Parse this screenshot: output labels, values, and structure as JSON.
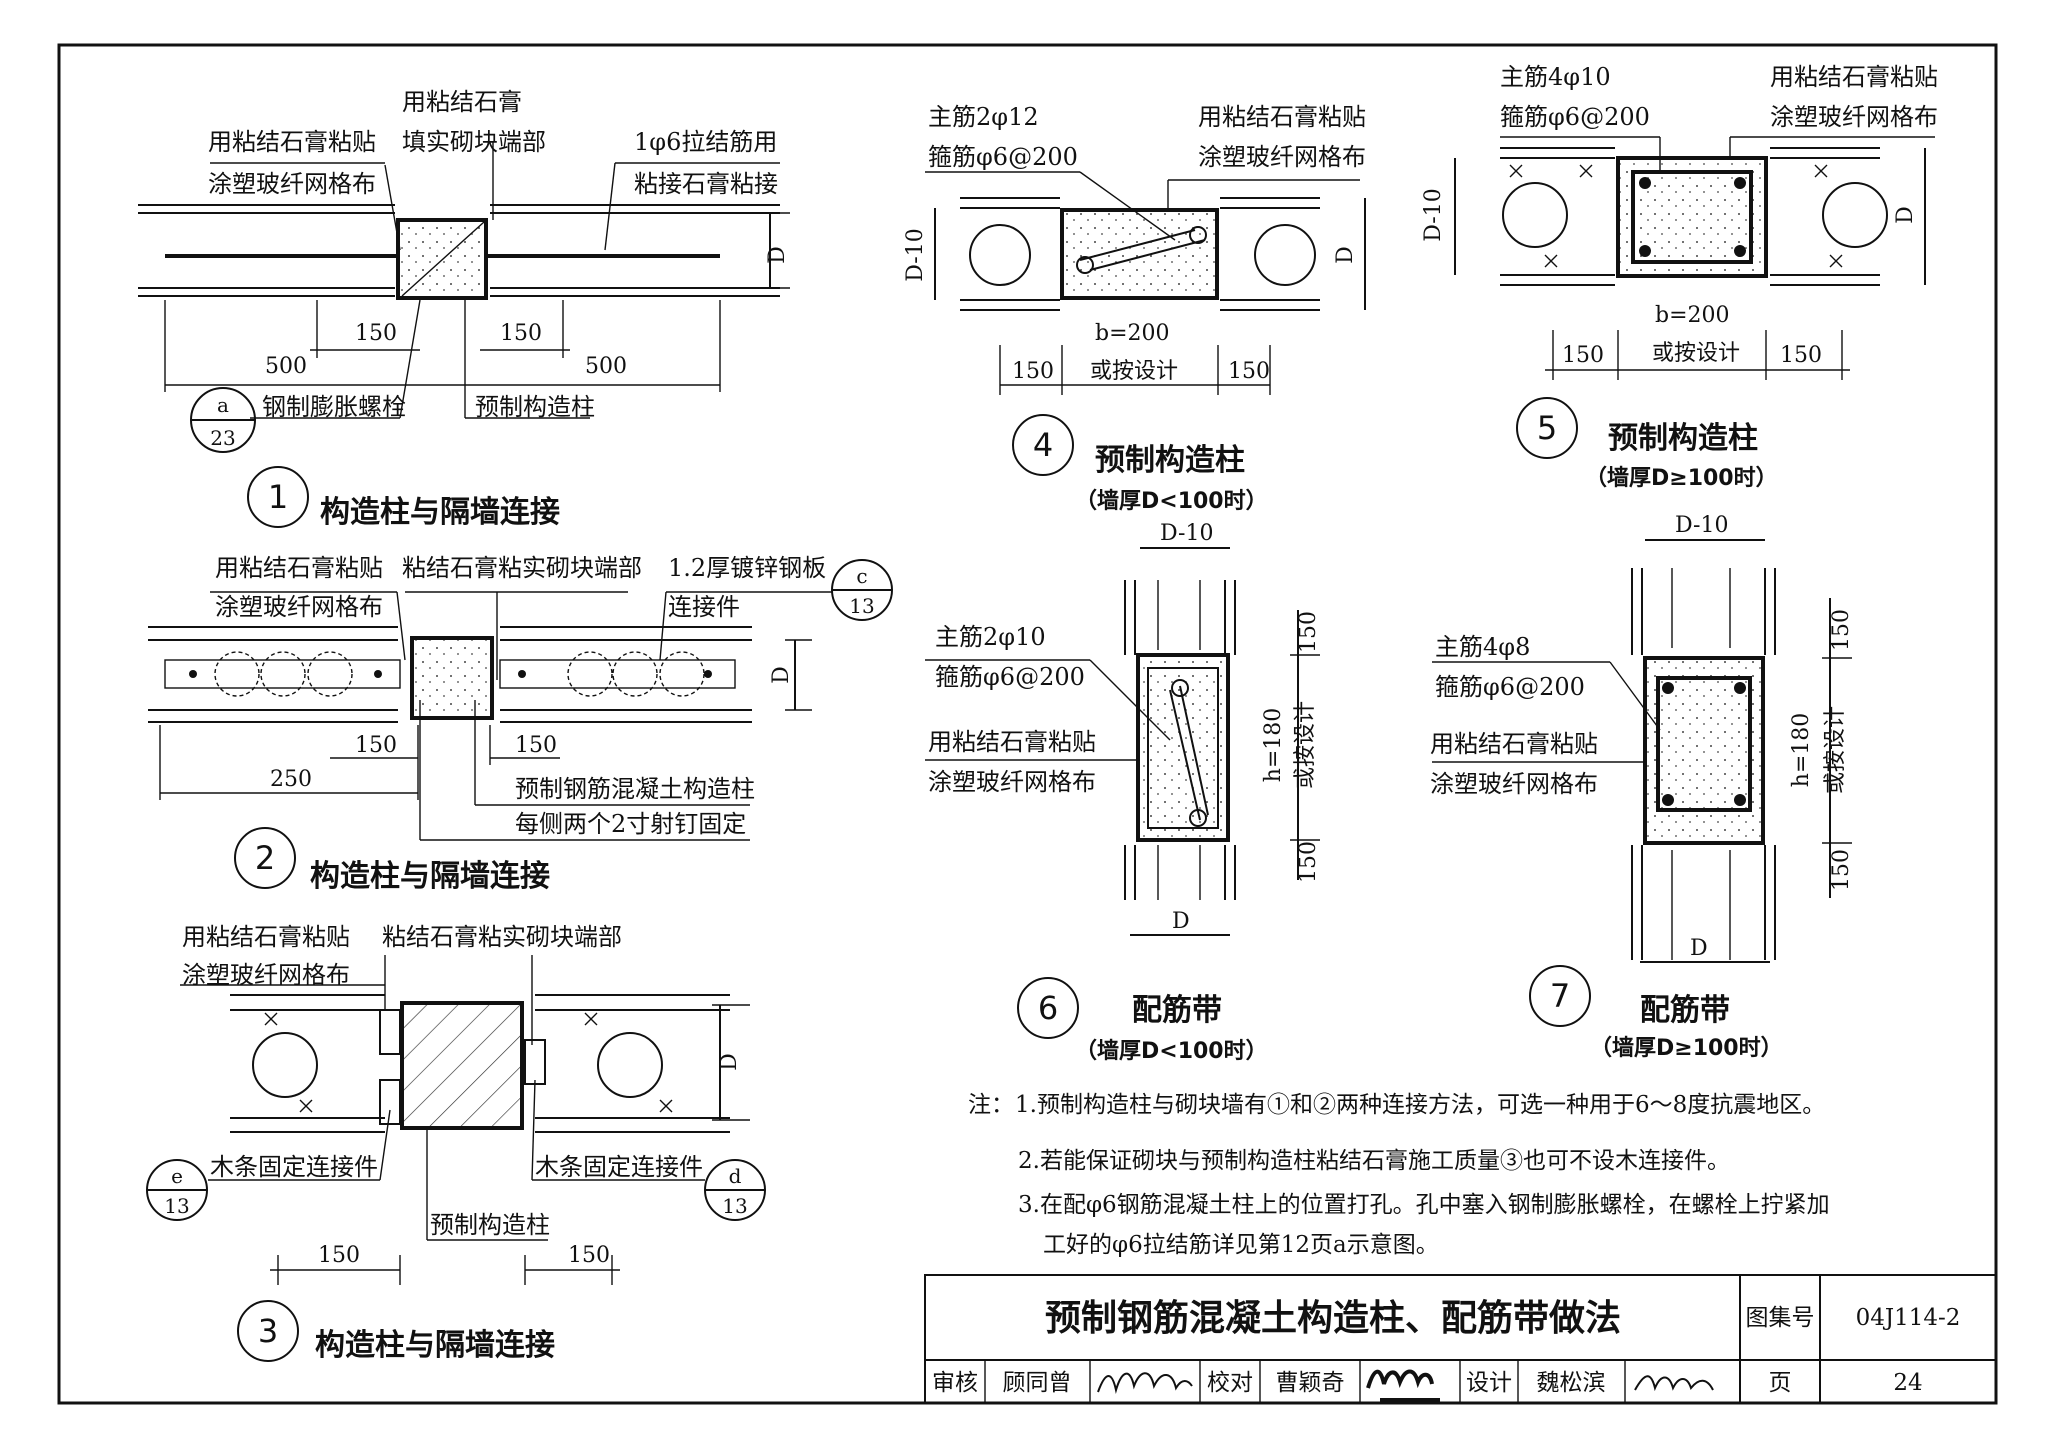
{
  "drawing_title": "预制钢筋混凝土构造柱、配筋带做法",
  "title_block": {
    "atlas_label": "图集号",
    "atlas_no": "04J114-2",
    "page_label": "页",
    "page_no": "24",
    "review_label": "审核",
    "reviewer": "顾同曾",
    "check_label": "校对",
    "checker": "曹颖奇",
    "design_label": "设计",
    "designer": "魏松滨"
  },
  "details": [
    {
      "num": "1",
      "caption": "构造柱与隔墙连接",
      "labels": [
        "用粘结石膏粘贴",
        "涂塑玻纤网格布",
        "用粘结石膏",
        "填实砌块端部",
        "1φ6拉结筋用",
        "粘接石膏粘接",
        "钢制膨胀螺栓",
        "预制构造柱"
      ],
      "dims": [
        "150",
        "150",
        "500",
        "500",
        "D"
      ],
      "ref": {
        "top": "a",
        "bottom": "23"
      }
    },
    {
      "num": "2",
      "caption": "构造柱与隔墙连接",
      "labels": [
        "用粘结石膏粘贴",
        "涂塑玻纤网格布",
        "粘结石膏粘实砌块端部",
        "1.2厚镀锌钢板",
        "连接件",
        "预制钢筋混凝土构造柱",
        "每侧两个2寸射钉固定"
      ],
      "dims": [
        "150",
        "150",
        "250",
        "D"
      ],
      "ref": {
        "top": "c",
        "bottom": "13"
      }
    },
    {
      "num": "3",
      "caption": "构造柱与隔墙连接",
      "labels": [
        "用粘结石膏粘贴",
        "涂塑玻纤网格布",
        "粘结石膏粘实砌块端部",
        "木条固定连接件",
        "木条固定连接件",
        "预制构造柱"
      ],
      "dims": [
        "150",
        "150",
        "D"
      ],
      "ref_left": {
        "top": "e",
        "bottom": "13"
      },
      "ref_right": {
        "top": "d",
        "bottom": "13"
      }
    },
    {
      "num": "4",
      "caption": "预制构造柱",
      "condition": "（墙厚D<100时）",
      "labels": [
        "主筋2φ12",
        "箍筋φ6@200",
        "用粘结石膏粘贴",
        "涂塑玻纤网格布"
      ],
      "dims": [
        "D-10",
        "D",
        "b=200",
        "150",
        "或按设计",
        "150"
      ]
    },
    {
      "num": "5",
      "caption": "预制构造柱",
      "condition": "（墙厚D≥100时）",
      "labels": [
        "主筋4φ10",
        "箍筋φ6@200",
        "用粘结石膏粘贴",
        "涂塑玻纤网格布"
      ],
      "dims": [
        "D-10",
        "D",
        "b=200",
        "150",
        "或按设计",
        "150"
      ]
    },
    {
      "num": "6",
      "caption": "配筋带",
      "condition": "（墙厚D<100时）",
      "labels": [
        "主筋2φ10",
        "箍筋φ6@200",
        "用粘结石膏粘贴",
        "涂塑玻纤网格布"
      ],
      "dims": [
        "D-10",
        "150",
        "h=180",
        "或按设计",
        "150",
        "D"
      ]
    },
    {
      "num": "7",
      "caption": "配筋带",
      "condition": "（墙厚D≥100时）",
      "labels": [
        "主筋4φ8",
        "箍筋φ6@200",
        "用粘结石膏粘贴",
        "涂塑玻纤网格布"
      ],
      "dims": [
        "D-10",
        "150",
        "h=180",
        "或按设计",
        "150",
        "D"
      ]
    }
  ],
  "notes": {
    "prefix": "注：",
    "items": [
      "1.预制构造柱与砌块墙有①和②两种连接方法，可选一种用于6～8度抗震地区。",
      "2.若能保证砌块与预制构造柱粘结石膏施工质量③也可不设木连接件。",
      "3.在配φ6钢筋混凝土柱上的位置打孔。孔中塞入钢制膨胀螺栓，在螺栓上拧紧加",
      "工好的φ6拉结筋详见第12页a示意图。"
    ]
  }
}
